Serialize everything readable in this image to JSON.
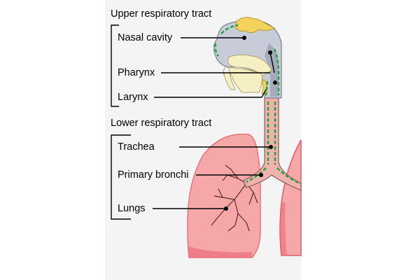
{
  "sections": [
    {
      "title": "Upper respiratory tract",
      "items": [
        "Nasal cavity",
        "Pharynx",
        "Larynx"
      ]
    },
    {
      "title": "Lower respiratory tract",
      "items": [
        "Trachea",
        "Primary bronchi",
        "Lungs"
      ]
    }
  ],
  "colors": {
    "background_panel": "#f4f4f4",
    "lung_fill": "#f6a8a8",
    "lung_edge": "#e05a6b",
    "airway_grey": "#c7ccd8",
    "tissue_cream": "#f7efc4",
    "bone_yellow": "#f3d35b",
    "trachea_pink": "#f0b2ad",
    "mucosa_green": "#20a33a",
    "leader_line": "#000000"
  }
}
